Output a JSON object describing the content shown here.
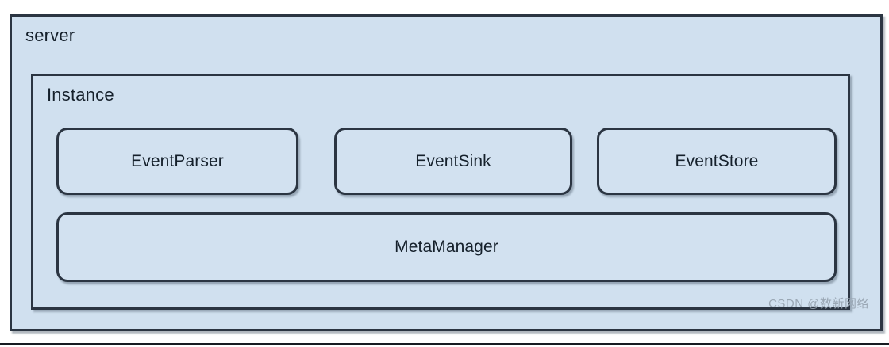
{
  "diagram": {
    "outer": {
      "label": "server"
    },
    "inner": {
      "label": "Instance"
    },
    "components": [
      {
        "label": "EventParser"
      },
      {
        "label": "EventSink"
      },
      {
        "label": "EventStore"
      },
      {
        "label": "MetaManager"
      }
    ]
  },
  "watermark": {
    "text": "CSDN @数新网络"
  },
  "colors": {
    "fill": "#d0e0ef",
    "border": "#2b3542",
    "text": "#15202b",
    "watermark": "#9aa7b4",
    "page_background": "#ffffff"
  }
}
